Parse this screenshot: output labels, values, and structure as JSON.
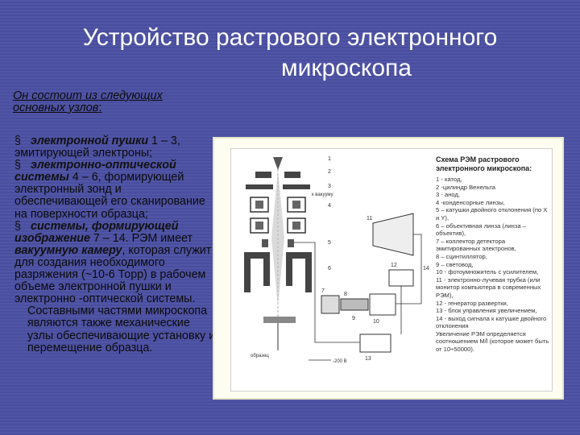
{
  "title": {
    "line1": "Устройство растрового электронного",
    "line2": "микроскопа"
  },
  "intro": {
    "text": "Он состоит из следующих основных узлов",
    "punct": ":"
  },
  "bullets": [
    {
      "marker": "§",
      "emph": "электронной пушки",
      "rest": " 1 – 3, эмитирующей электроны;"
    },
    {
      "marker": "§",
      "emph": "электронно-оптической системы",
      "rest": " 4 – 6, формирующей электронный зонд и обеспечивающей его сканирование на поверхности образца;"
    },
    {
      "marker": "§",
      "emph": "системы, формирующей изображение",
      "rest_a": " 7 – 14. РЭМ имеет ",
      "emph2": "вакуумную камеру",
      "rest_b": ", которая служит для создания необходимого разряжения (~10-6 Торр) в рабочем объеме электронной пушки и электронно -оптической системы."
    }
  ],
  "closing": "Составными частями микроскопа являются также механические узлы обеспечивающие установку и перемещение образца.",
  "figure": {
    "legend_title": "Схема РЭМ растрового электронного микроскопа:",
    "legend_items": [
      "1 - катод,",
      "2 -цилиндр Венельта",
      "3 - анод,",
      "4 -конденсорные линзы,",
      "5 – катушки двойного отклонения (по X и Y),",
      "6 – объективная линза (линза – объектив),",
      "7 – коллектор детектора эмитированных электронов,",
      "8 – сцинтиллятор,",
      "9 – световод,",
      "10 - фотоумножитель с усилителем,",
      "11 - электронно-лучевая трубка (или монитор компьютера в современных РЭМ),",
      "12 - генератор развертки,",
      "13 - блок управления увеличением,",
      "14 - выход сигнала к катушке двойного отклонения",
      "Увеличение РЭМ определяется соотношением М/l (которое может быть от 10÷50000)."
    ],
    "labels": {
      "anode_label": "к вакууму",
      "sample_label": "образец",
      "voltage_label": "-200 В",
      "n1": "1",
      "n2": "2",
      "n3": "3",
      "n4": "4",
      "n5": "5",
      "n6": "6",
      "n7": "7",
      "n8": "8",
      "n9": "9",
      "n10": "10",
      "n11": "11",
      "n12": "12",
      "n13": "13",
      "n14": "14"
    }
  }
}
